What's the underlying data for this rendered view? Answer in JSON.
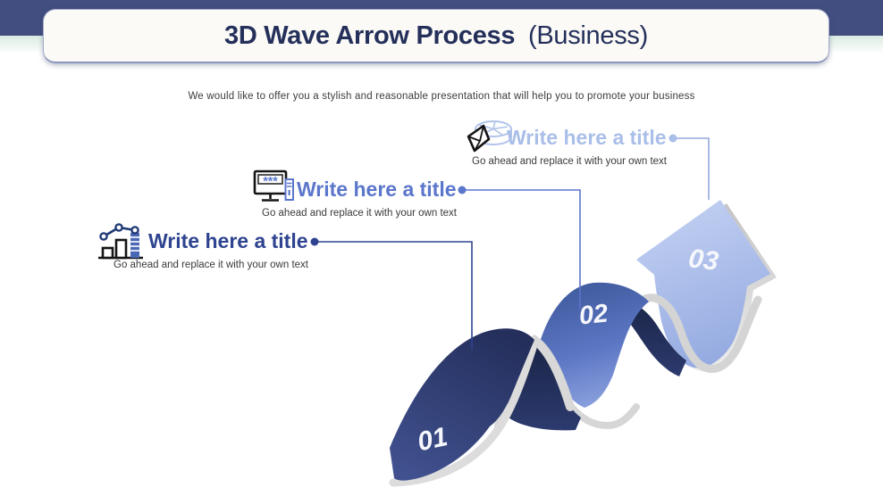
{
  "header": {
    "title_bold": "3D Wave Arrow Process",
    "title_regular": "(Business)"
  },
  "subtitle": "We would like to offer you a stylish and reasonable presentation that will help you to promote your business",
  "callouts": [
    {
      "step": "01",
      "title": "Write here a title",
      "body": "Go ahead and replace it with your own text",
      "accent_color": "#2E4490",
      "icon": "bar-chart-icon"
    },
    {
      "step": "02",
      "title": "Write here a title",
      "body": "Go ahead and replace it with your own text",
      "accent_color": "#5B76CB",
      "icon": "monitor-server-icon"
    },
    {
      "step": "03",
      "title": "Write here a title",
      "body": "Go ahead and replace it with your own text",
      "accent_color": "#A9BEE8",
      "icon": "pie-chart-cube-icon"
    }
  ],
  "wave": {
    "labels": [
      "01",
      "02",
      "03"
    ],
    "segment_colors": [
      "#32407A",
      "#5570BE",
      "#A7BAE8"
    ],
    "edge_color": "#D6D6D6"
  },
  "colors": {
    "topbar": "#424E7F",
    "title_text": "#24305A",
    "card_bg": "#FBFAF7",
    "green_fade": "#D9EADF"
  }
}
